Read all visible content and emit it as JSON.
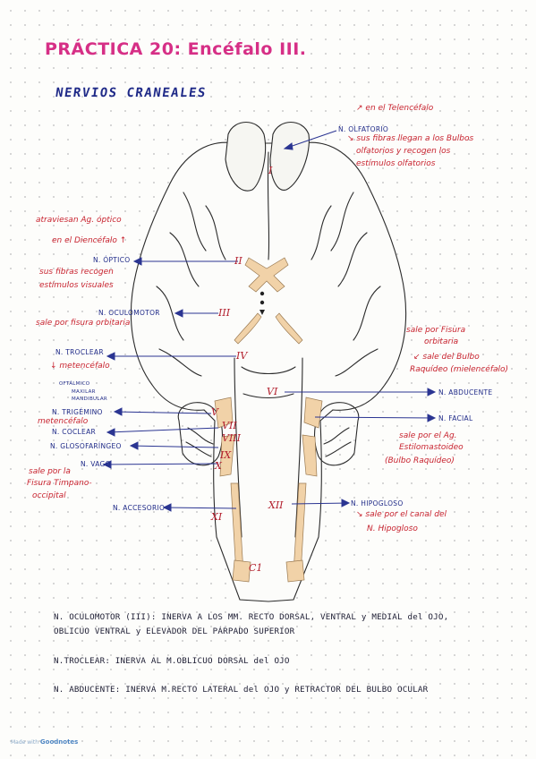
{
  "header": {
    "title": "PRÁCTICA 20: Encéfalo III.",
    "subtitle": "NERVIOS CRANEALES"
  },
  "labels": {
    "olfatorio_loc": "↗ en el Telencéfalo",
    "olfatorio_name": "N. OLFATORIO",
    "olfatorio_desc1": "↘ sus fibras llegan a los Bulbos",
    "olfatorio_desc2": "olfatorios y recogen los",
    "olfatorio_desc3": "estímulos olfatorios",
    "optico_desc0": "atraviesan Ag. óptico",
    "optico_loc": "en el Diencéfalo ↑",
    "optico_name": "N. ÓPTICO",
    "optico_desc1": "sus fibras recogen",
    "optico_desc2": "estímulos visuales",
    "oculomotor_name": "N. OCULOMOTOR",
    "oculomotor_desc": "sale por fisura orbitaria",
    "troclear_name": "N. TROCLEAR",
    "troclear_loc": "↓ metencéfalo",
    "trig_branch1": "OFTÁLMICO",
    "trig_branch2": "MAXILAR",
    "trig_branch3": "MANDIBULAR",
    "trigemino_name": "N. TRIGÉMINO",
    "trigemino_loc": "metencéfalo",
    "coclear_name": "N. COCLEAR",
    "glosofaringeo_name": "N. GLOSOFARÍNGEO",
    "vago_name": "N. VAGO",
    "vago_desc1": "sale por la",
    "vago_desc2": "Fisura Timpano-",
    "vago_desc3": "occipital",
    "accesorio_name": "N. ACCESORIO",
    "abducente_desc1": "sale por Fisura",
    "abducente_desc2": "orbitaria",
    "abducente_desc3": "↙ sale del Bulbo",
    "abducente_desc4": "Raquídeo (mielencéfalo)",
    "abducente_name": "N. ABDUCENTE",
    "facial_name": "N. FACIAL",
    "facial_desc1": "sale por el Ag.",
    "facial_desc2": "Estilomastoideo",
    "facial_desc3": "(Bulbo Raquídeo)",
    "hipogloso_name": "N. HIPOGLOSO",
    "hipogloso_desc1": "↘ sale por el canal del",
    "hipogloso_desc2": "N. Hipogloso"
  },
  "roman_numerals": {
    "I": "I",
    "II": "II",
    "III": "III",
    "IV": "IV",
    "V": "V",
    "VI": "VI",
    "VII": "VII",
    "VIII": "VIII",
    "IX": "IX",
    "X": "X",
    "XI": "XI",
    "XII": "XII",
    "C1": "C1"
  },
  "notes": {
    "line1": "N. OCULOMOTOR (III): INERVA A LOS MM. RECTO DORSAL, VENTRAL y MEDIAL del OJO,",
    "line2": "OBLICUO VENTRAL y ELEVADOR DEL PÁRPADO SUPERIOR",
    "line3": "N.TROCLEAR: INERVA AL M.OBLICUO DORSAL del OJO",
    "line4": "N. ABDUCENTE: INERVA M.RECTO LATERAL del OJO y RETRACTOR DEL BULBO OCULAR"
  },
  "footer": {
    "made_with": "Made with",
    "app": "Goodnotes"
  },
  "colors": {
    "title": "#d62f86",
    "subtitle": "#1f2a88",
    "label_blue": "#1f2a88",
    "label_red": "#c8232f",
    "nerve": "#f1d2a8"
  }
}
